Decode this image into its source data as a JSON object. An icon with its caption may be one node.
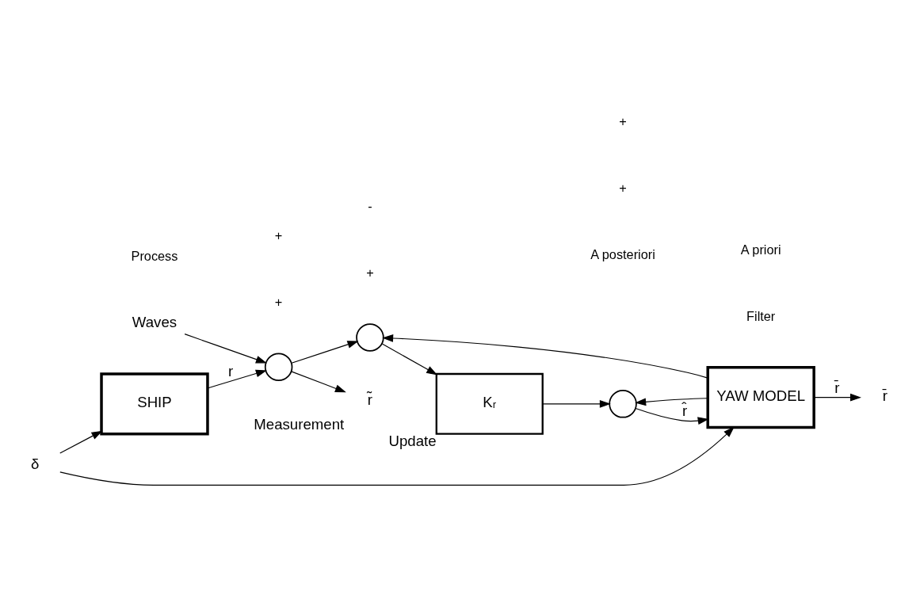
{
  "diagram": {
    "nodes": [
      {
        "text": [
          "δ"
        ]
      },
      {
        "text": [
          "SHIP"
        ]
      },
      {
        "text": [],
        "shape": "circle"
      },
      {
        "text": [
          "Waves"
        ]
      },
      {
        "text": [
          "r̃"
        ],
        "beside": [
          "Measurement"
        ]
      },
      {
        "text": [],
        "shape": "circle"
      },
      {
        "text": [
          "Kᵣ"
        ],
        "beside": [
          "Update"
        ]
      },
      {
        "text": [],
        "shape": "circle"
      },
      {
        "text": [
          "YAW MODEL"
        ]
      },
      {
        "text": [
          "r̄"
        ]
      }
    ],
    "edges": [
      {
        "from": 0,
        "to": 1,
        "arrow": "to"
      },
      {
        "from": 0,
        "to": 8,
        "arrow": "to"
      },
      {
        "from": 1,
        "to": 2,
        "arrow": "to",
        "label": "r"
      },
      {
        "from": 3,
        "to": 2,
        "arrow": "to"
      },
      {
        "from": 2,
        "to": 4,
        "arrow": "to"
      },
      {
        "from": 2,
        "to": 5,
        "arrow": "to"
      },
      {
        "from": 5,
        "to": 6,
        "arrow": "to"
      },
      {
        "from": 6,
        "to": 7,
        "arrow": "to"
      },
      {
        "from": 7,
        "to": 8,
        "arrow": "to",
        "label": "r̂"
      },
      {
        "from": 8,
        "to": 9,
        "arrow": "to",
        "label": "r̄"
      },
      {
        "from": 8,
        "to": 7,
        "arrow": "to"
      },
      {
        "from": 8,
        "to": 5,
        "arrow": "to"
      }
    ],
    "labels": [
      "Process",
      "+",
      "+",
      "Filter",
      "A posteriori",
      "+",
      "+",
      "+",
      "-",
      "A priori"
    ]
  }
}
